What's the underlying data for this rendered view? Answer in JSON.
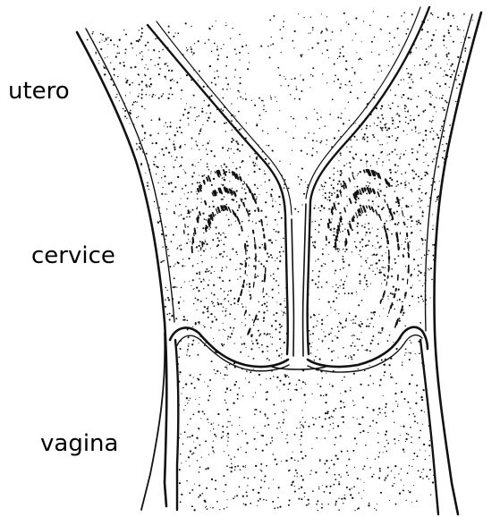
{
  "labels": {
    "utero": "utero",
    "cervice": "cervice",
    "vagina": "vagina"
  },
  "colors": {
    "ink": "#111111",
    "background": "#ffffff"
  }
}
